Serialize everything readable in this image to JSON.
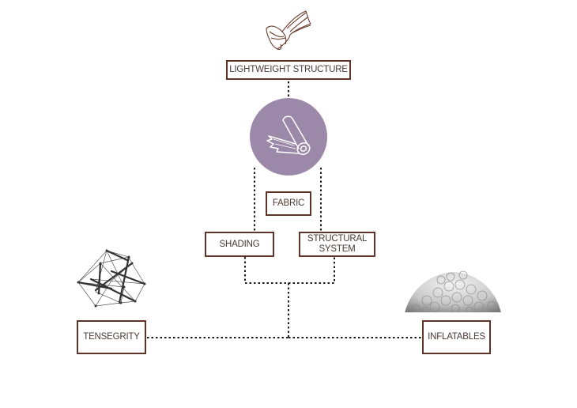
{
  "diagram": {
    "title": "Lightweight structure concept diagram",
    "nodes": {
      "lightweight_structure": {
        "label": "LIGHTWEIGHT STRUCTURE",
        "icon": "fabric-drape-icon"
      },
      "fabric_hub": {
        "icon": "fabric-roll-icon",
        "color": "#9c88a8"
      },
      "fabric": {
        "label": "FABRIC"
      },
      "shading": {
        "label": "SHADING"
      },
      "structural_system": {
        "label_line1": "STRUCTURAL",
        "label_line2": "SYSTEM"
      },
      "tensegrity": {
        "label": "TENSEGRITY",
        "icon": "tensegrity-structure-icon"
      },
      "inflatables": {
        "label": "INFLATABLES",
        "icon": "inflatable-dome-icon"
      }
    },
    "edges": [
      {
        "from": "lightweight_structure",
        "to": "fabric_hub",
        "style": "dotted"
      },
      {
        "from": "fabric_hub",
        "to": "shading",
        "style": "dotted"
      },
      {
        "from": "fabric_hub",
        "to": "structural_system",
        "style": "dotted"
      },
      {
        "from": "shading",
        "to": "junction",
        "style": "dotted"
      },
      {
        "from": "structural_system",
        "to": "junction",
        "style": "dotted"
      },
      {
        "from": "junction",
        "to": "tensegrity",
        "style": "dotted"
      },
      {
        "from": "junction",
        "to": "inflatables",
        "style": "dotted"
      }
    ],
    "colors": {
      "border": "#5e3328",
      "text": "#4a3a33",
      "accent": "#9c88a8",
      "line": "#1a1a1a"
    }
  }
}
